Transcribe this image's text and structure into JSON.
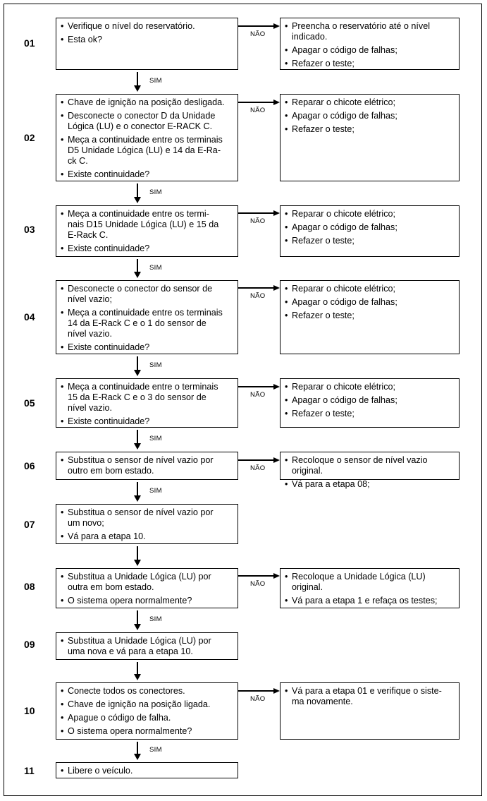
{
  "yes_label": "SIM",
  "no_label": "NÃO",
  "steps": [
    {
      "num": "01",
      "left": [
        "Verifique o nível do reservatório.",
        "Esta ok?"
      ],
      "right": [
        "Preencha o reservatório até o nível\nindicado.",
        "Apagar o código de falhas;",
        "Refazer o teste;"
      ],
      "yes": "SIM",
      "no": "NÃO"
    },
    {
      "num": "02",
      "left": [
        "Chave de ignição na posição desligada.",
        "Desconecte o conector  D da Unidade\nLógica (LU) e o conector    E-RACK C.",
        "Meça a continuidade entre os terminais\nD5 Unidade Lógica (LU)  e 14 da E-Ra-\nck C.",
        "Existe continuidade?"
      ],
      "right": [
        "Reparar o chicote elétrico;",
        "Apagar o código de falhas;",
        "Refazer o teste;"
      ],
      "yes": "SIM",
      "no": "NÃO"
    },
    {
      "num": "03",
      "left": [
        "Meça a continuidade entre os termi-\nnais D15 Unidade Lógica (LU) e 15 da\nE-Rack C.",
        "Existe continuidade?"
      ],
      "right": [
        "Reparar o chicote elétrico;",
        "Apagar o código de falhas;",
        "Refazer o teste;"
      ],
      "yes": "SIM",
      "no": "NÃO"
    },
    {
      "num": "04",
      "left": [
        "Desconecte o conector do sensor de\nnível vazio;",
        "Meça a continuidade entre os terminais\n14 da E-Rack C e o 1 do sensor de\nnível vazio.",
        "Existe continuidade?"
      ],
      "right": [
        "Reparar o chicote elétrico;",
        "Apagar o código de falhas;",
        "Refazer o teste;"
      ],
      "yes": "SIM",
      "no": "NÃO"
    },
    {
      "num": "05",
      "left": [
        "Meça a continuidade entre o terminais\n15 da E-Rack C e o 3 do sensor de\nnível vazio.",
        " Existe continuidade?"
      ],
      "right": [
        "Reparar o chicote elétrico;",
        "Apagar o código de falhas;",
        "Refazer o teste;"
      ],
      "yes": "SIM",
      "no": "NÃO"
    },
    {
      "num": "06",
      "left": [
        "Substitua o sensor de nível vazio por\noutro em bom estado."
      ],
      "right": [
        "Recoloque o sensor de nível vazio original.",
        "Vá para a etapa 08;"
      ],
      "yes": "SIM",
      "no": "NÃO"
    },
    {
      "num": "07",
      "left": [
        "Substitua o sensor de nível vazio por\num novo;",
        "Vá para a etapa 10."
      ],
      "right": [],
      "yes": "",
      "no": ""
    },
    {
      "num": "08",
      "left": [
        "Substitua a Unidade Lógica (LU) por\noutra  em bom estado.",
        "O sistema opera normalmente?"
      ],
      "right": [
        "Recoloque a Unidade Lógica (LU) original.",
        "Vá para a etapa 1 e refaça os testes;"
      ],
      "yes": "SIM",
      "no": "NÃO"
    },
    {
      "num": "09",
      "left": [
        "Substitua a Unidade Lógica (LU) por\numa nova e vá para a etapa 10."
      ],
      "right": [],
      "yes": "",
      "no": ""
    },
    {
      "num": "10",
      "left": [
        "Conecte todos os conectores.",
        "Chave de ignição na posição ligada.",
        "Apague o código de falha.",
        "O sistema opera normalmente?"
      ],
      "right": [
        "Vá para a etapa 01 e verifique o siste-\nma novamente."
      ],
      "yes": "SIM",
      "no": "NÃO"
    },
    {
      "num": "11",
      "left": [
        "Libere o veículo."
      ],
      "right": [],
      "yes": "",
      "no": ""
    }
  ]
}
